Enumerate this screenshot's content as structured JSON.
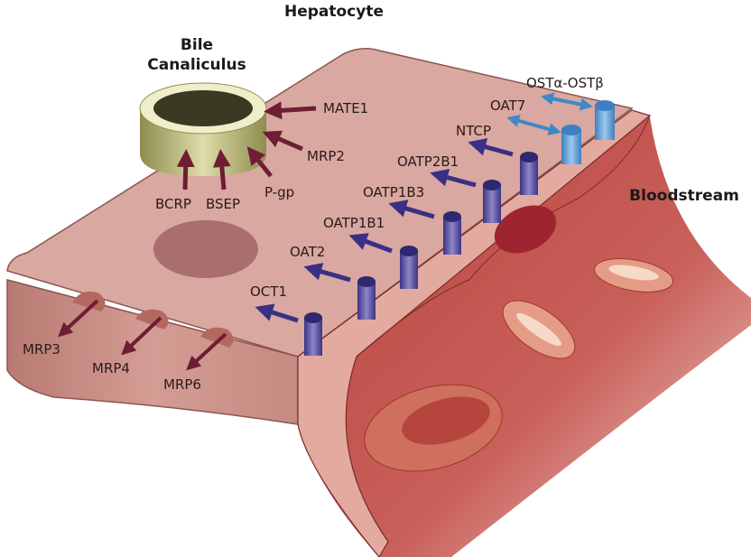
{
  "titles": {
    "hepatocyte": "Hepatocyte",
    "bile_line1": "Bile",
    "bile_line2": "Canaliculus",
    "bloodstream": "Bloodstream"
  },
  "colors": {
    "efflux_arrow": "#6e1d35",
    "uptake_arrow": "#3a2f84",
    "bidirectional_arrow": "#3f88c8",
    "cell_top": "#d9a8a0",
    "cell_side": "#c98c84",
    "blood": "#c5504a",
    "canaliculus": "#a9a86a"
  },
  "canalicular_transporters": [
    {
      "name": "MATE1"
    },
    {
      "name": "MRP2"
    },
    {
      "name": "P-gp"
    },
    {
      "name": "BSEP"
    },
    {
      "name": "BCRP"
    }
  ],
  "basolateral_efflux": [
    {
      "name": "MRP3"
    },
    {
      "name": "MRP4"
    },
    {
      "name": "MRP6"
    }
  ],
  "uptake_transporters": [
    {
      "name": "OCT1"
    },
    {
      "name": "OAT2"
    },
    {
      "name": "OATP1B1"
    },
    {
      "name": "OATP1B3"
    },
    {
      "name": "OATP2B1"
    },
    {
      "name": "NTCP"
    }
  ],
  "bidirectional_transporters": [
    {
      "name": "OAT7"
    },
    {
      "name": "OSTα-OSTβ"
    }
  ]
}
